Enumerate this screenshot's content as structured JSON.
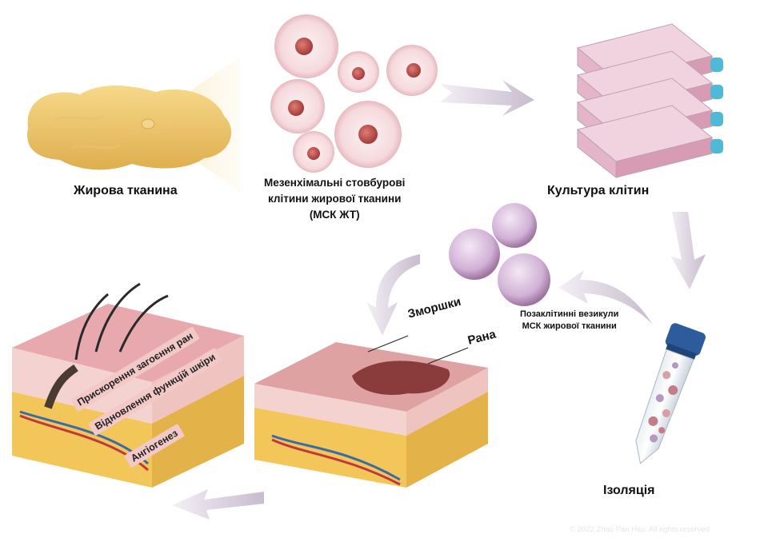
{
  "labels": {
    "adipose_tissue": "Жирова тканина",
    "msc_line1": "Мезенхімальні стовбурові",
    "msc_line2": "клітини жирової тканини",
    "msc_line3": "(МСК ЖТ)",
    "cell_culture": "Культура клітин",
    "vesicles_line1": "Позаклітинні везикули",
    "vesicles_line2": "МСК жирової тканини",
    "isolation": "Ізоляція",
    "wrinkles": "Зморшки",
    "wound": "Рана"
  },
  "benefits": [
    "Прискорення загоєння ран",
    "Відновлення функцій шкіри",
    "Ангіогенез"
  ],
  "copyright": "© 2022 Zhao Pan Hsu. All rights reserved",
  "colors": {
    "fat": "#f0c870",
    "cell_body": "#f6dcdf",
    "cell_nucleus": "#c0504d",
    "flask": "#e8b9cc",
    "flask_cap": "#4fb9d6",
    "vesicle": "#d6b7da",
    "arrow": "#d4cad8",
    "skin": "#e8a9ae",
    "dermis": "#f3d2cf",
    "fat_layer": "#f2c659",
    "wound": "#8a3b3c",
    "tube_cap": "#2d5b9b"
  }
}
